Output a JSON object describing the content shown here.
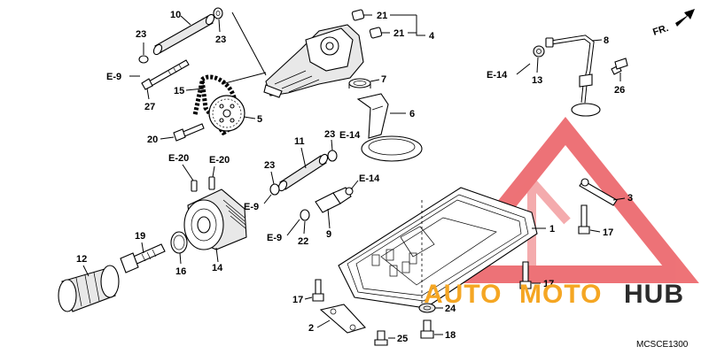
{
  "diagram": {
    "direction_label": "FR.",
    "drawing_code": "MCSCE1300",
    "watermark": {
      "part_a": "AUTO",
      "part_b": "MOTO",
      "part_c": "HUB",
      "color_a": "#f5a623",
      "color_b": "#f5a623",
      "color_c": "#2b2b2b",
      "triangle_color": "#e8444a"
    },
    "part_numbers": {
      "p1": "1",
      "p2": "2",
      "p3": "3",
      "p4": "4",
      "p5": "5",
      "p6": "6",
      "p7": "7",
      "p8": "8",
      "p9": "9",
      "p10": "10",
      "p11": "11",
      "p12": "12",
      "p13": "13",
      "p14": "14",
      "p15": "15",
      "p16": "16",
      "p17a": "17",
      "p17b": "17",
      "p17c": "17",
      "p18": "18",
      "p19": "19",
      "p20": "20",
      "p21a": "21",
      "p21b": "21",
      "p22": "22",
      "p23a": "23",
      "p23b": "23",
      "p23c": "23",
      "p23d": "23",
      "p24": "24",
      "p25": "25",
      "p26": "26",
      "p27": "27"
    },
    "references": {
      "e9a": "E-9",
      "e9b": "E-9",
      "e9c": "E-9",
      "e14a": "E-14",
      "e14b": "E-14",
      "e14c": "E-14",
      "e20a": "E-20",
      "e20b": "E-20"
    }
  }
}
